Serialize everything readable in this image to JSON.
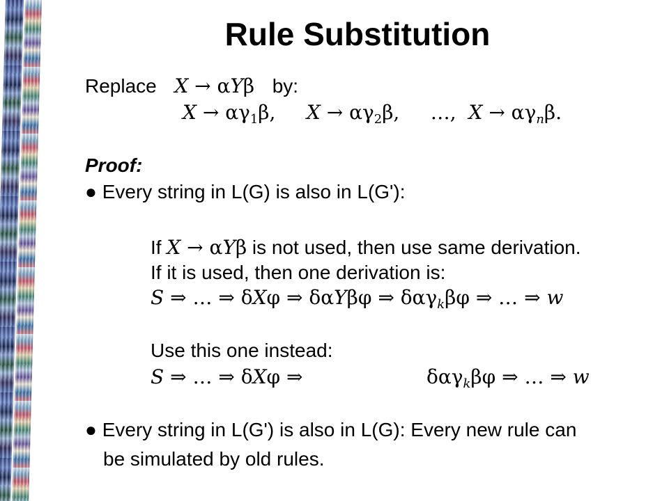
{
  "slide": {
    "title": "Rule Substitution",
    "replace_label": "Replace",
    "by_label": "by:",
    "proof_label": "Proof:",
    "bullet1_text": "Every string in L(G) is also in L(G'):",
    "if_not_used": "is not used, then use same derivation.",
    "if_used": "If it is used, then one derivation is:",
    "use_instead": "Use this one instead:",
    "bullet2_text": "Every string in L(G') is also in L(G): Every new rule can",
    "bullet2_cont": "be simulated by old rules."
  }
}
